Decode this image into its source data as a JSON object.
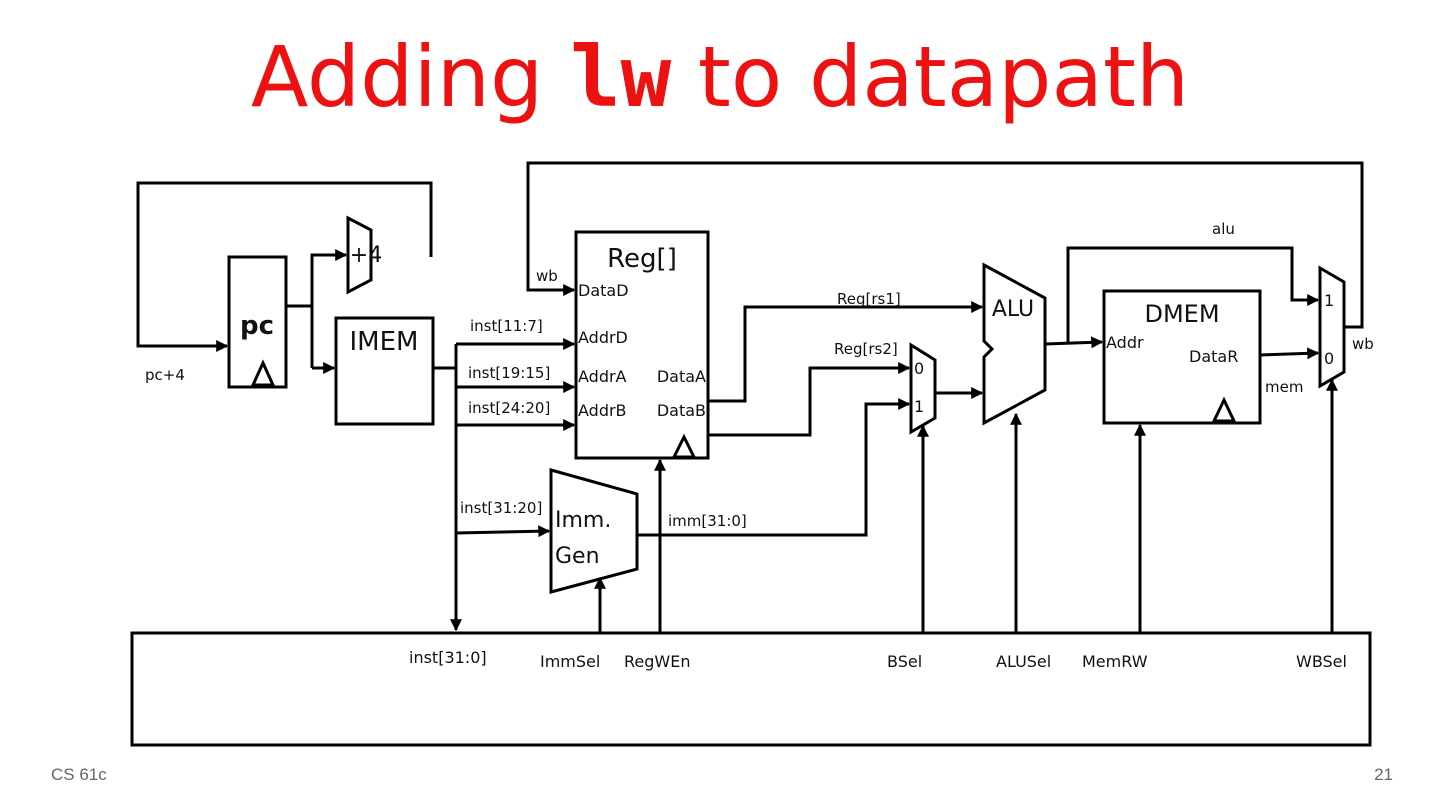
{
  "title": {
    "prefix": "Adding ",
    "code": "lw",
    "suffix": " to datapath"
  },
  "blocks": {
    "pc": "pc",
    "adder": "+4",
    "imem": "IMEM",
    "regfile": "Reg[]",
    "alu": "ALU",
    "dmem": "DMEM",
    "immgen_line1": "Imm.",
    "immgen_line2": "Gen"
  },
  "ports": {
    "datad": "DataD",
    "addrd": "AddrD",
    "addra": "AddrA",
    "addrb": "AddrB",
    "dataa": "DataA",
    "datab": "DataB",
    "addr": "Addr",
    "datar": "DataR"
  },
  "mux": {
    "bsel_0": "0",
    "bsel_1": "1",
    "wb_1": "1",
    "wb_0": "0"
  },
  "signals": {
    "wb_regfile": "wb",
    "pc_plus_4": "pc+4",
    "inst_11_7": "inst[11:7]",
    "inst_19_15": "inst[19:15]",
    "inst_24_20": "inst[24:20]",
    "inst_31_20": "inst[31:20]",
    "imm": "imm[31:0]",
    "reg_rs1": "Reg[rs1]",
    "reg_rs2": "Reg[rs2]",
    "alu_out": "alu",
    "wb_out": "wb",
    "mem": "mem",
    "inst_31_0": "inst[31:0]"
  },
  "controls": {
    "immsel": "ImmSel",
    "regwen": "RegWEn",
    "bsel": "BSel",
    "alusel": "ALUSel",
    "memrw": "MemRW",
    "wbsel": "WBSel"
  },
  "footer": {
    "course": "CS 61c",
    "page": "21"
  }
}
